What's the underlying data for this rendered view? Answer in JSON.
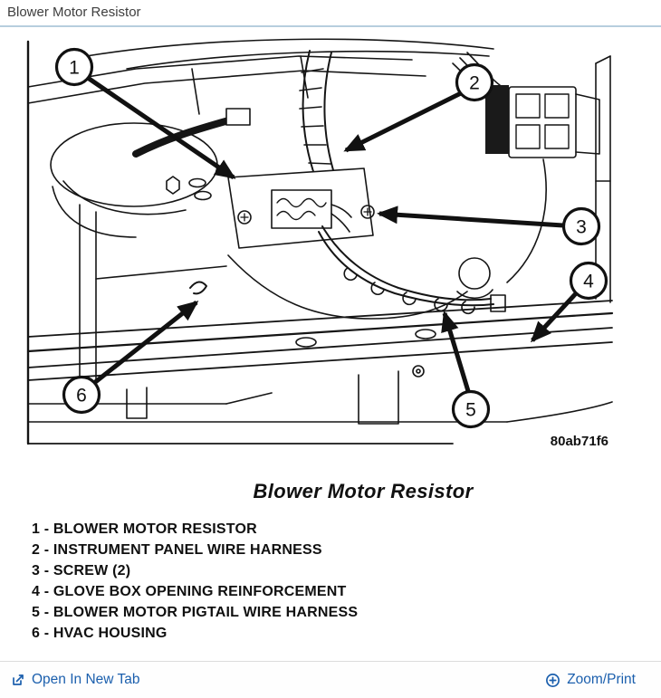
{
  "colors": {
    "link": "#1b5fad",
    "header_rule": "#b7cede",
    "line_art": "#151515"
  },
  "header": {
    "title": "Blower Motor Resistor"
  },
  "figure": {
    "caption": "Blower Motor Resistor",
    "code": "80ab71f6",
    "callout_numbers": [
      "1",
      "2",
      "3",
      "4",
      "5",
      "6"
    ]
  },
  "legend": {
    "items": [
      "1 - BLOWER MOTOR RESISTOR",
      "2 - INSTRUMENT PANEL WIRE HARNESS",
      "3 - SCREW (2)",
      "4 - GLOVE BOX OPENING REINFORCEMENT",
      "5 - BLOWER MOTOR PIGTAIL WIRE HARNESS",
      "6 - HVAC HOUSING"
    ]
  },
  "footer": {
    "open_in_new_tab": "Open In New Tab",
    "zoom_print": "Zoom/Print"
  }
}
